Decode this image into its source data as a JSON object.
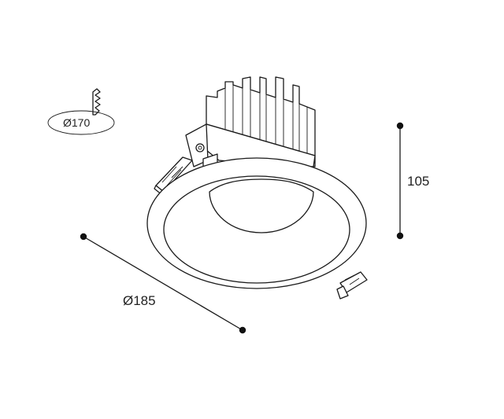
{
  "cutout": {
    "label": "Ø170",
    "icon": "cutout-saw-icon"
  },
  "dimensions": {
    "height": {
      "label": "105"
    },
    "diameter": {
      "label": "Ø185"
    }
  },
  "product": {
    "name": "downlight-product-drawing"
  },
  "colors": {
    "line": "#1a1a1a",
    "background": "#ffffff"
  }
}
